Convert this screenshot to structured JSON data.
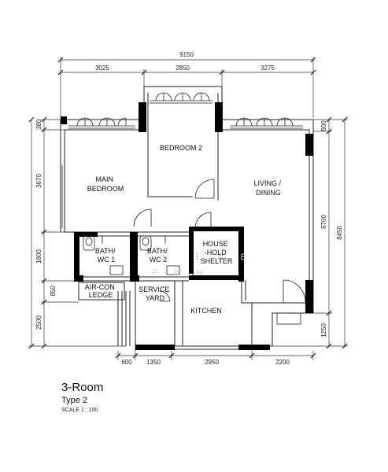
{
  "dimensions": {
    "overall_width": "9150",
    "top_segments": [
      "3025",
      "2850",
      "3275"
    ],
    "bottom_segments": [
      "600",
      "1350",
      "2950",
      "2200"
    ],
    "left_segments": [
      "380",
      "3670",
      "1800",
      "850",
      "2500"
    ],
    "right_inner": [
      "500",
      "6700",
      "1250"
    ],
    "overall_height": "8450"
  },
  "rooms": {
    "bedroom2": "BEDROOM 2",
    "main_bedroom": [
      "MAIN",
      "BEDROOM"
    ],
    "living_dining": [
      "LIVING /",
      "DINING"
    ],
    "bath1": [
      "BATH/",
      "WC 1"
    ],
    "bath2": [
      "BATH/",
      "WC 2"
    ],
    "shelter": [
      "HOUSE",
      "-HOLD",
      "SHELTER"
    ],
    "aircon": [
      "AIR-CON",
      "LEDGE"
    ],
    "service_yard": [
      "SERVICE",
      "YARD"
    ],
    "kitchen": "KITCHEN"
  },
  "watermark": [
    "E N E",
    "F E H"
  ],
  "caption": {
    "title": "3-Room",
    "type": "Type 2",
    "scale": "SCALE  1 : 100"
  }
}
